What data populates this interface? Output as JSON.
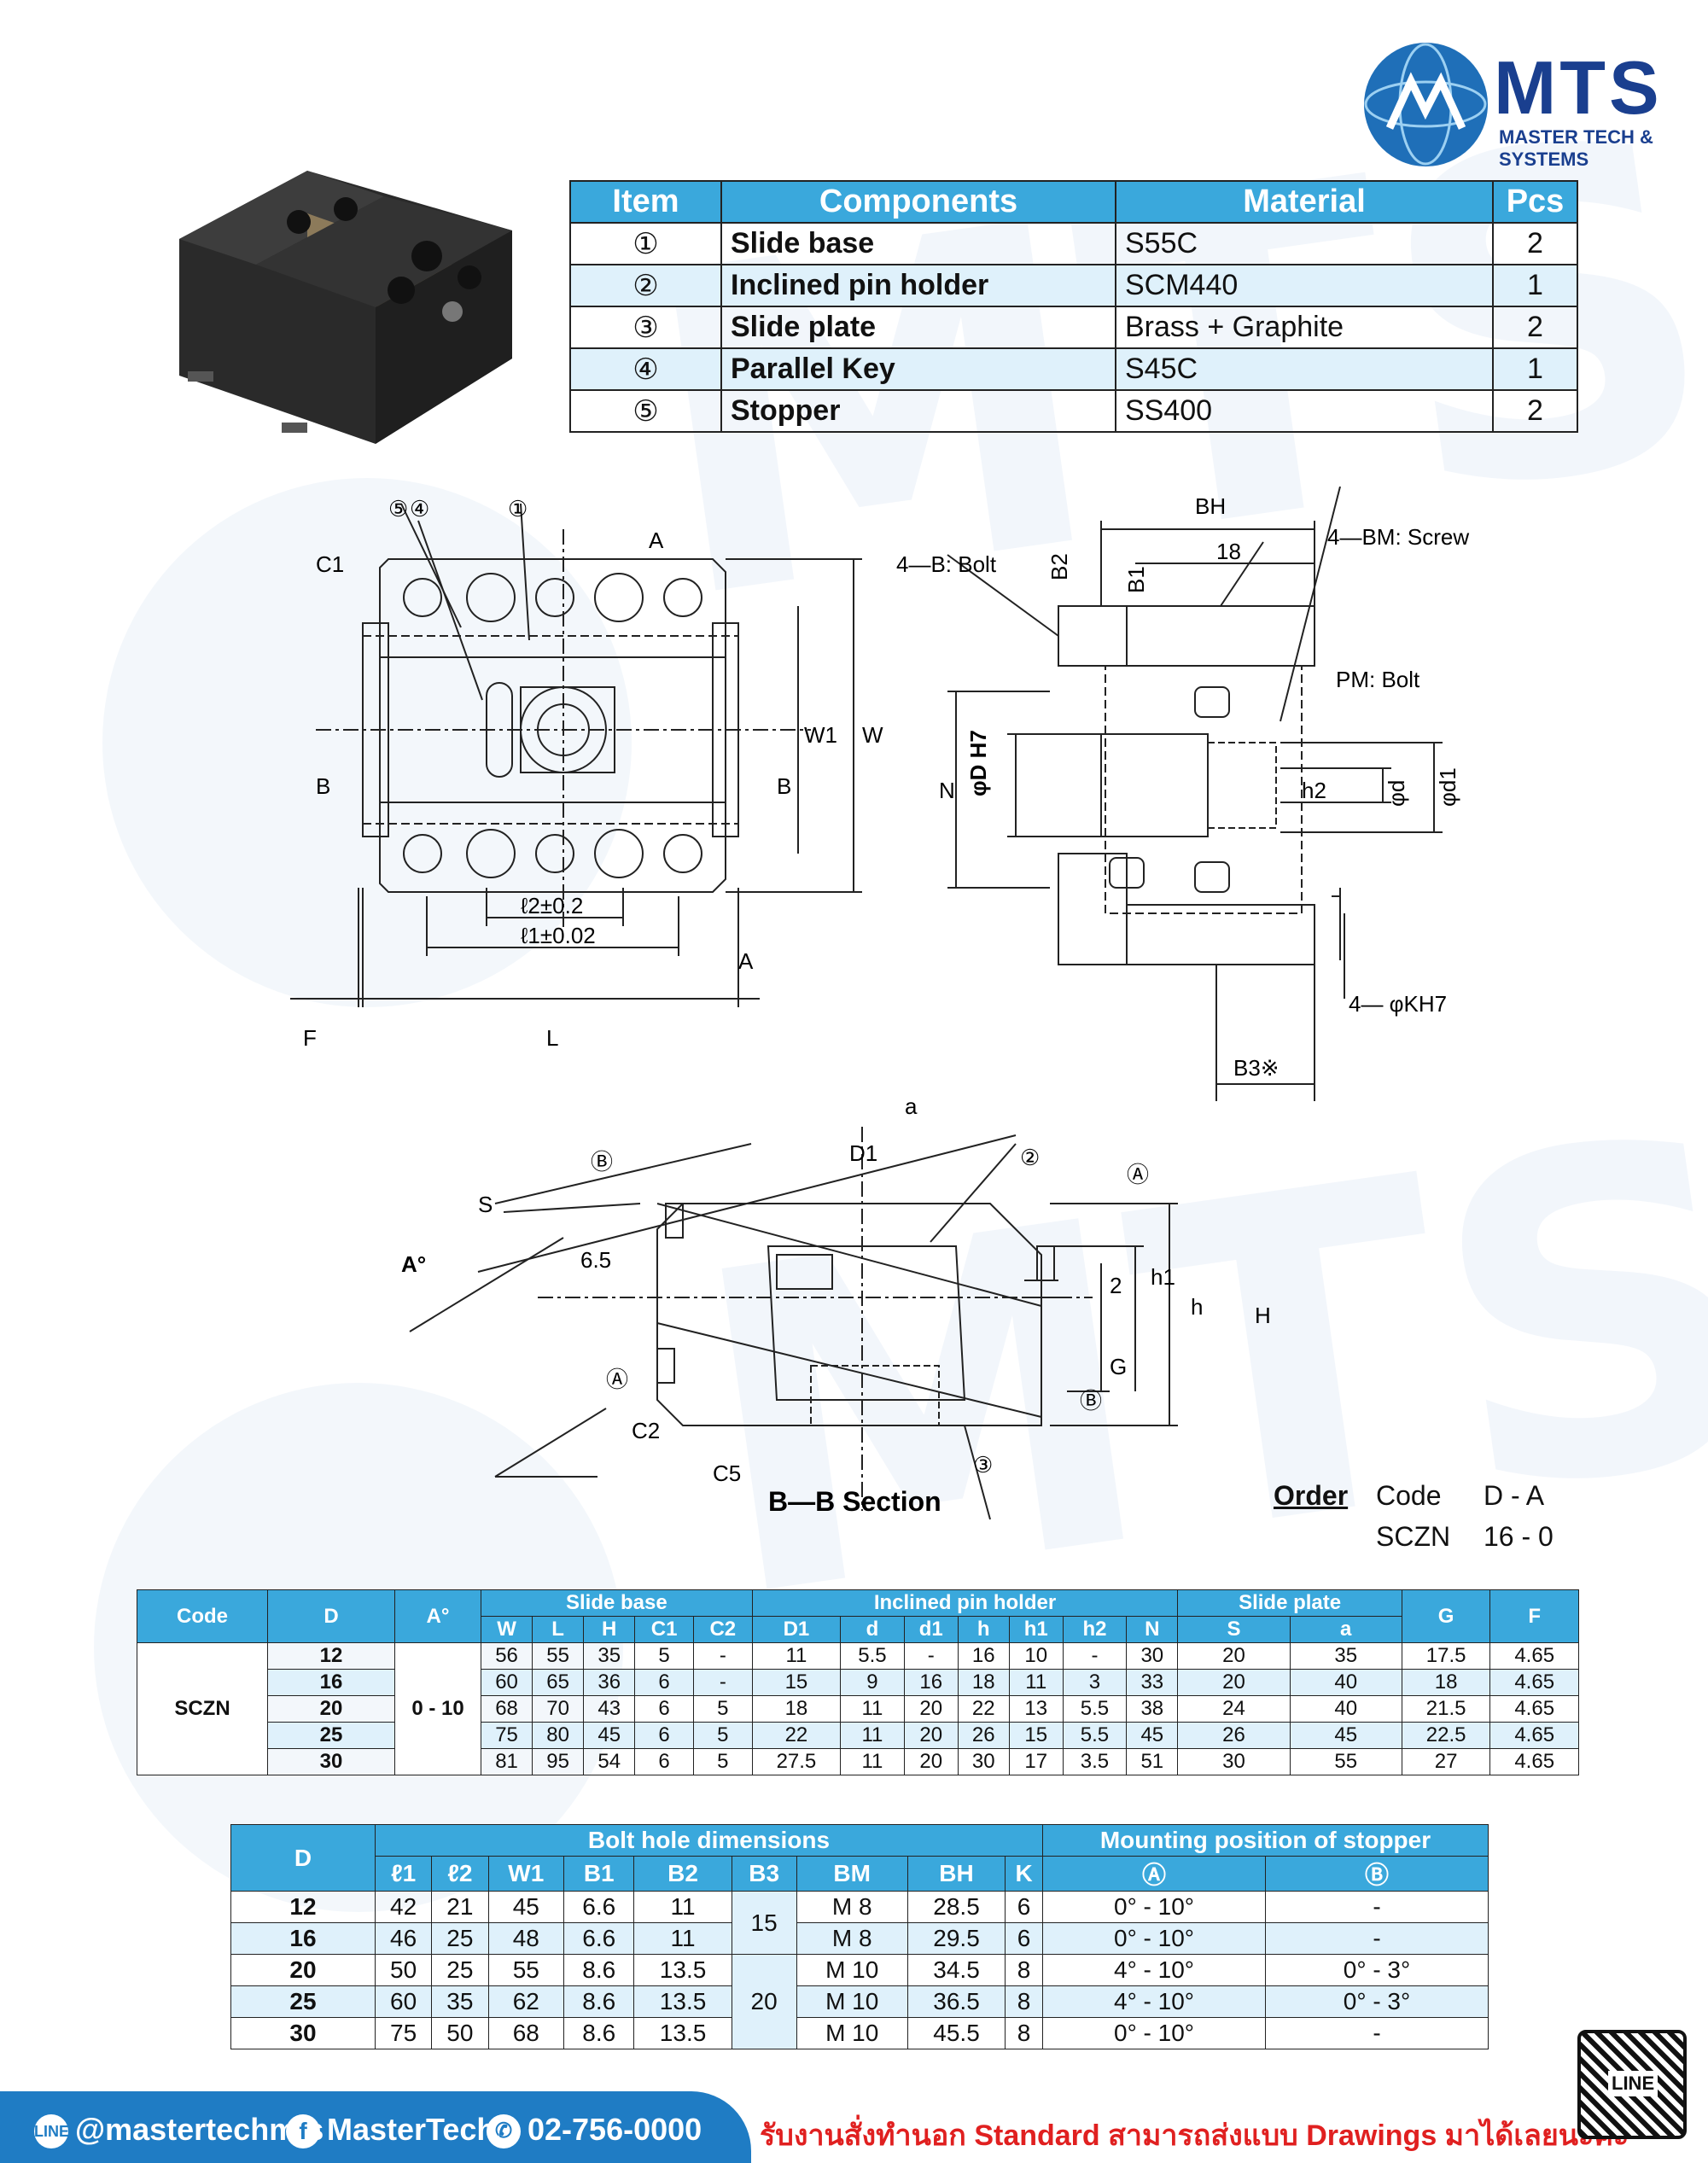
{
  "logo": {
    "text": "MTS",
    "subtitle": "MASTER TECH & SYSTEMS"
  },
  "components_table": {
    "headers": [
      "Item",
      "Components",
      "Material",
      "Pcs"
    ],
    "rows": [
      {
        "item": "①",
        "component": "Slide base",
        "material": "S55C",
        "pcs": "2"
      },
      {
        "item": "②",
        "component": "Inclined pin holder",
        "material": "SCM440",
        "pcs": "1"
      },
      {
        "item": "③",
        "component": "Slide plate",
        "material": "Brass + Graphite",
        "pcs": "2"
      },
      {
        "item": "④",
        "component": "Parallel Key",
        "material": "S45C",
        "pcs": "1"
      },
      {
        "item": "⑤",
        "component": "Stopper",
        "material": "SS400",
        "pcs": "2"
      }
    ]
  },
  "drawing_labels": {
    "top_view": [
      "⑤",
      "④",
      "①",
      "C1",
      "A",
      "B",
      "B",
      "W1",
      "W",
      "ℓ2±0.2",
      "ℓ1±0.02",
      "A",
      "F",
      "L"
    ],
    "side_view": [
      "BH",
      "B2",
      "B1",
      "18",
      "4—B: Bolt",
      "4—BM: Screw",
      "PM: Bolt",
      "N",
      "φD H7",
      "h2",
      "φd",
      "φd1",
      "4— φKH7",
      "B3※"
    ],
    "section": [
      "a",
      "D1",
      "②",
      "Ⓑ",
      "Ⓐ",
      "S",
      "A°",
      "6.5",
      "2",
      "h1",
      "h",
      "H",
      "G",
      "Ⓐ",
      "Ⓑ",
      "C2",
      "C5",
      "③",
      "B—B Section"
    ]
  },
  "order": {
    "label": "Order",
    "code_label": "Code",
    "code_format": "D - A",
    "example_code": "SCZN",
    "example_value": "16 - 0"
  },
  "dimensions_table": {
    "group_headers": {
      "slide_base": "Slide base",
      "inclined_pin_holder": "Inclined pin holder",
      "slide_plate": "Slide plate"
    },
    "headers": {
      "code": "Code",
      "d": "D",
      "a_deg": "A°",
      "g": "G",
      "f": "F"
    },
    "sub_headers": [
      "W",
      "L",
      "H",
      "C1",
      "C2",
      "D1",
      "d",
      "d1",
      "h",
      "h1",
      "h2",
      "N",
      "S",
      "a"
    ],
    "code": "SCZN",
    "angle": "0 - 10",
    "rows": [
      {
        "D": "12",
        "vals": [
          "56",
          "55",
          "35",
          "5",
          "-",
          "11",
          "5.5",
          "-",
          "16",
          "10",
          "-",
          "30",
          "20",
          "35",
          "17.5",
          "4.65"
        ]
      },
      {
        "D": "16",
        "vals": [
          "60",
          "65",
          "36",
          "6",
          "-",
          "15",
          "9",
          "16",
          "18",
          "11",
          "3",
          "33",
          "20",
          "40",
          "18",
          "4.65"
        ]
      },
      {
        "D": "20",
        "vals": [
          "68",
          "70",
          "43",
          "6",
          "5",
          "18",
          "11",
          "20",
          "22",
          "13",
          "5.5",
          "38",
          "24",
          "40",
          "21.5",
          "4.65"
        ]
      },
      {
        "D": "25",
        "vals": [
          "75",
          "80",
          "45",
          "6",
          "5",
          "22",
          "11",
          "20",
          "26",
          "15",
          "5.5",
          "45",
          "26",
          "45",
          "22.5",
          "4.65"
        ]
      },
      {
        "D": "30",
        "vals": [
          "81",
          "95",
          "54",
          "6",
          "5",
          "27.5",
          "11",
          "20",
          "30",
          "17",
          "3.5",
          "51",
          "30",
          "55",
          "27",
          "4.65"
        ]
      }
    ]
  },
  "bolt_table": {
    "d_header": "D",
    "bolt_group": "Bolt hole dimensions",
    "stopper_group": "Mounting position of stopper",
    "sub_headers": [
      "ℓ1",
      "ℓ2",
      "W1",
      "B1",
      "B2",
      "B3",
      "BM",
      "BH",
      "K",
      "Ⓐ",
      "Ⓑ"
    ],
    "b3_values": [
      "15",
      "20"
    ],
    "rows": [
      {
        "D": "12",
        "l1": "42",
        "l2": "21",
        "W1": "45",
        "B1": "6.6",
        "B2": "11",
        "BM": "M 8",
        "BH": "28.5",
        "K": "6",
        "A": "0° - 10°",
        "B": "-"
      },
      {
        "D": "16",
        "l1": "46",
        "l2": "25",
        "W1": "48",
        "B1": "6.6",
        "B2": "11",
        "BM": "M 8",
        "BH": "29.5",
        "K": "6",
        "A": "0° - 10°",
        "B": "-"
      },
      {
        "D": "20",
        "l1": "50",
        "l2": "25",
        "W1": "55",
        "B1": "8.6",
        "B2": "13.5",
        "BM": "M 10",
        "BH": "34.5",
        "K": "8",
        "A": "4° - 10°",
        "B": "0° - 3°"
      },
      {
        "D": "25",
        "l1": "60",
        "l2": "35",
        "W1": "62",
        "B1": "8.6",
        "B2": "13.5",
        "BM": "M 10",
        "BH": "36.5",
        "K": "8",
        "A": "4° - 10°",
        "B": "0° - 3°"
      },
      {
        "D": "30",
        "l1": "75",
        "l2": "50",
        "W1": "68",
        "B1": "8.6",
        "B2": "13.5",
        "BM": "M 10",
        "BH": "45.5",
        "K": "8",
        "A": "0° - 10°",
        "B": "-"
      }
    ]
  },
  "footer": {
    "line": "@mastertechmts",
    "facebook": "MasterTech",
    "phone": "02-756-0000",
    "tagline": "รับงานสั่งทำนอก Standard สามารถส่งแบบ Drawings มาได้เลยนะคะ",
    "qr_label": "LINE"
  },
  "colors": {
    "header_blue": "#3aa8dc",
    "row_alt": "#dff1fb",
    "brand_navy": "#1a3f8f",
    "footer_blue": "#1f7cc4",
    "tagline_red": "#e02020"
  }
}
